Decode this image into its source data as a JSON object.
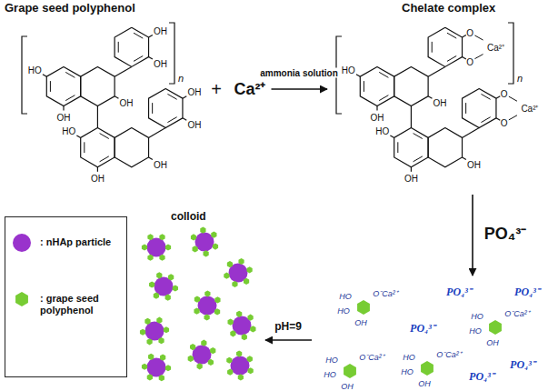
{
  "diagram": {
    "nodes": [
      {
        "text": [
          "Grape seed polyphenol"
        ]
      },
      {
        "text": [
          "Ca²⁺"
        ]
      },
      {
        "text": [
          "Chelate complex"
        ]
      },
      {
        "text": [
          "PO₄³⁻",
          "PO₄³⁻",
          "PO₄³⁻",
          "PO₄³⁻",
          "PO₄³⁻"
        ]
      },
      {
        "text": [
          "colloid"
        ]
      }
    ],
    "edges": [
      {
        "from": 1,
        "to": 2,
        "arrow": "to",
        "label": "ammonia solution"
      },
      {
        "from": 2,
        "to": 3,
        "arrow": "to",
        "label": "PO₄³⁻"
      },
      {
        "from": 3,
        "to": 4,
        "arrow": "to",
        "label": "pH=9"
      }
    ],
    "labels": [
      "+",
      "HO",
      "OH",
      "OH",
      "OH",
      "OH",
      "HO",
      "OH",
      "OH",
      "OH",
      "OH",
      "n",
      "HO",
      "OH",
      "OH",
      "O",
      "O",
      "Ca²⁺",
      "HO",
      "OH",
      "OH",
      "O",
      "O",
      "Ca²⁺",
      "n",
      "HO",
      "O⁻Ca²⁺",
      "HO",
      "OH",
      "HO",
      "O⁻Ca²⁺",
      "HO",
      "OH",
      "HO",
      "O⁻Ca²⁺",
      "HO",
      "OH",
      "HO",
      "O⁻Ca²⁺",
      "HO",
      "OH"
    ],
    "legend": [
      {
        "text": ": nHAp particle",
        "color": "#9933cc"
      },
      {
        "text": ": grape seed polyphenol",
        "color": "#77cc33"
      }
    ]
  }
}
